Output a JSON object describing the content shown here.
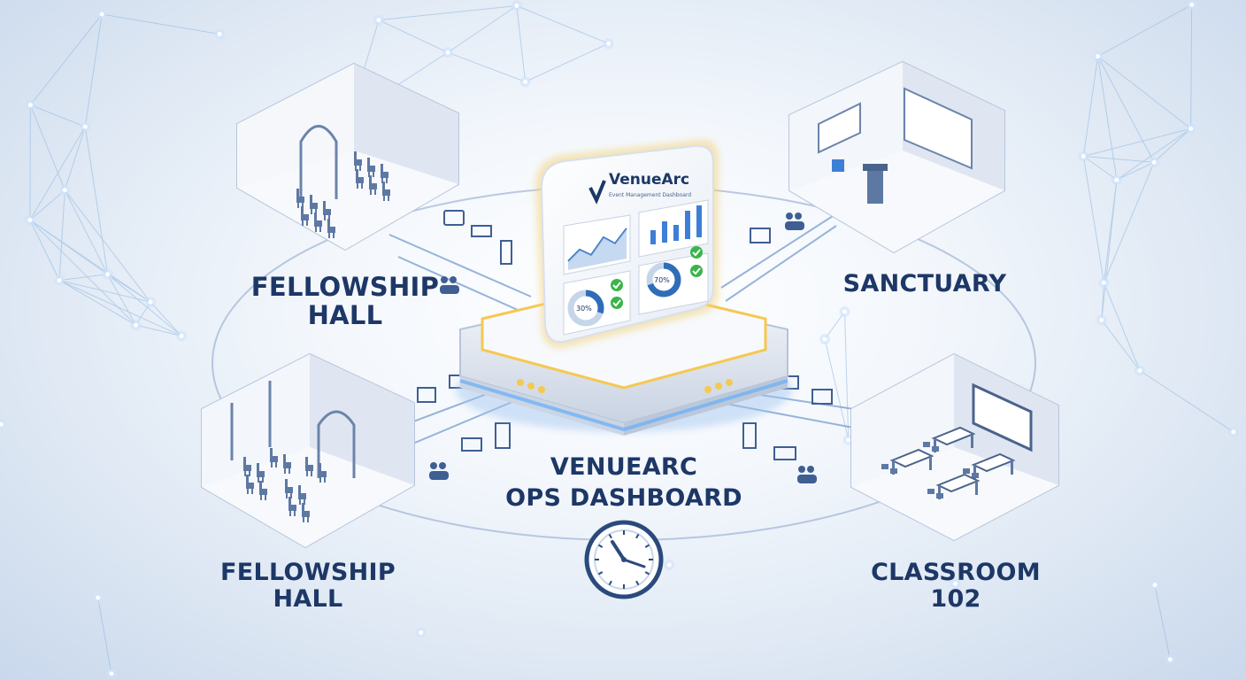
{
  "labels": {
    "top_left": {
      "line1": "FELLOWSHIP",
      "line2": "HALL"
    },
    "top_right": {
      "line1": "SANCTUARY"
    },
    "bottom_left": {
      "line1": "FELLOWSHIP",
      "line2": "HALL"
    },
    "bottom_right": {
      "line1": "CLASSROOM",
      "line2": "102"
    },
    "center": {
      "line1": "VENUEARC",
      "line2": "OPS DASHBOARD"
    }
  },
  "dashboard": {
    "brand": "VenueArc",
    "tagline": "Event Management Dashboard",
    "donut_left_value": "30%",
    "donut_right_value": "70%"
  },
  "colors": {
    "navy": "#1d3766",
    "accent_blue": "#3d7fd6",
    "green_check": "#39b54a",
    "glow": "#f5c850"
  },
  "icons": [
    "clock-icon",
    "people-icon",
    "table-icon",
    "podium-icon",
    "monitor-icon",
    "cabinet-icon",
    "check-icon"
  ]
}
